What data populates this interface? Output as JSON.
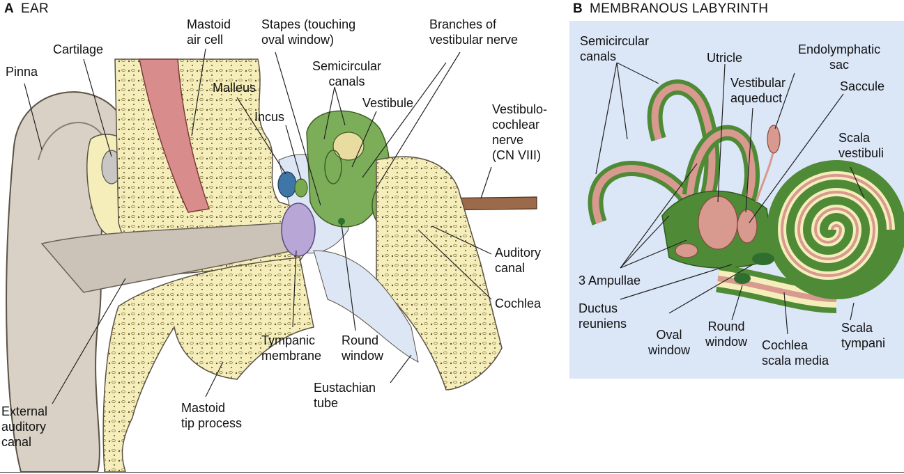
{
  "panel_a": {
    "letter": "A",
    "title": "EAR",
    "labels": {
      "pinna": "Pinna",
      "cartilage": "Cartilage",
      "mastoid_air_cell": "Mastoid\nair cell",
      "malleus": "Malleus",
      "incus": "Incus",
      "stapes": "Stapes (touching\noval window)",
      "semicircular_canals": "Semicircular\ncanals",
      "vestibule": "Vestibule",
      "branches_vestibular": "Branches of\nvestibular nerve",
      "vestibulocochlear": "Vestibulo-\ncochlear\nnerve\n(CN VIII)",
      "auditory_canal": "Auditory\ncanal",
      "cochlea": "Cochlea",
      "eustachian": "Eustachian\ntube",
      "round_window": "Round\nwindow",
      "tympanic": "Tympanic\nmembrane",
      "mastoid_tip": "Mastoid\ntip process",
      "external_canal": "External\nauditory\ncanal"
    }
  },
  "panel_b": {
    "letter": "B",
    "title": "MEMBRANOUS LABYRINTH",
    "labels": {
      "semicircular_canals": "Semicircular\ncanals",
      "utricle": "Utricle",
      "endolymphatic_sac": "Endolymphatic\nsac",
      "vestibular_aqueduct": "Vestibular\naqueduct",
      "saccule": "Saccule",
      "scala_vestibuli": "Scala\nvestibuli",
      "ampullae": "3 Ampullae",
      "ductus_reuniens": "Ductus\nreuniens",
      "oval_window": "Oval\nwindow",
      "round_window": "Round\nwindow",
      "cochlea_scala_media": "Cochlea\nscala media",
      "scala_tympani": "Scala\ntympani"
    }
  },
  "colors": {
    "bone": "#f5eebb",
    "skin": "#d9d1c6",
    "muscle": "#d98c8c",
    "labyrinth_green": "#7cae5a",
    "membrane_purple": "#b7a6d6",
    "panel_b_background": "#dbe6f7",
    "membrane_pink": "#d8998f"
  }
}
